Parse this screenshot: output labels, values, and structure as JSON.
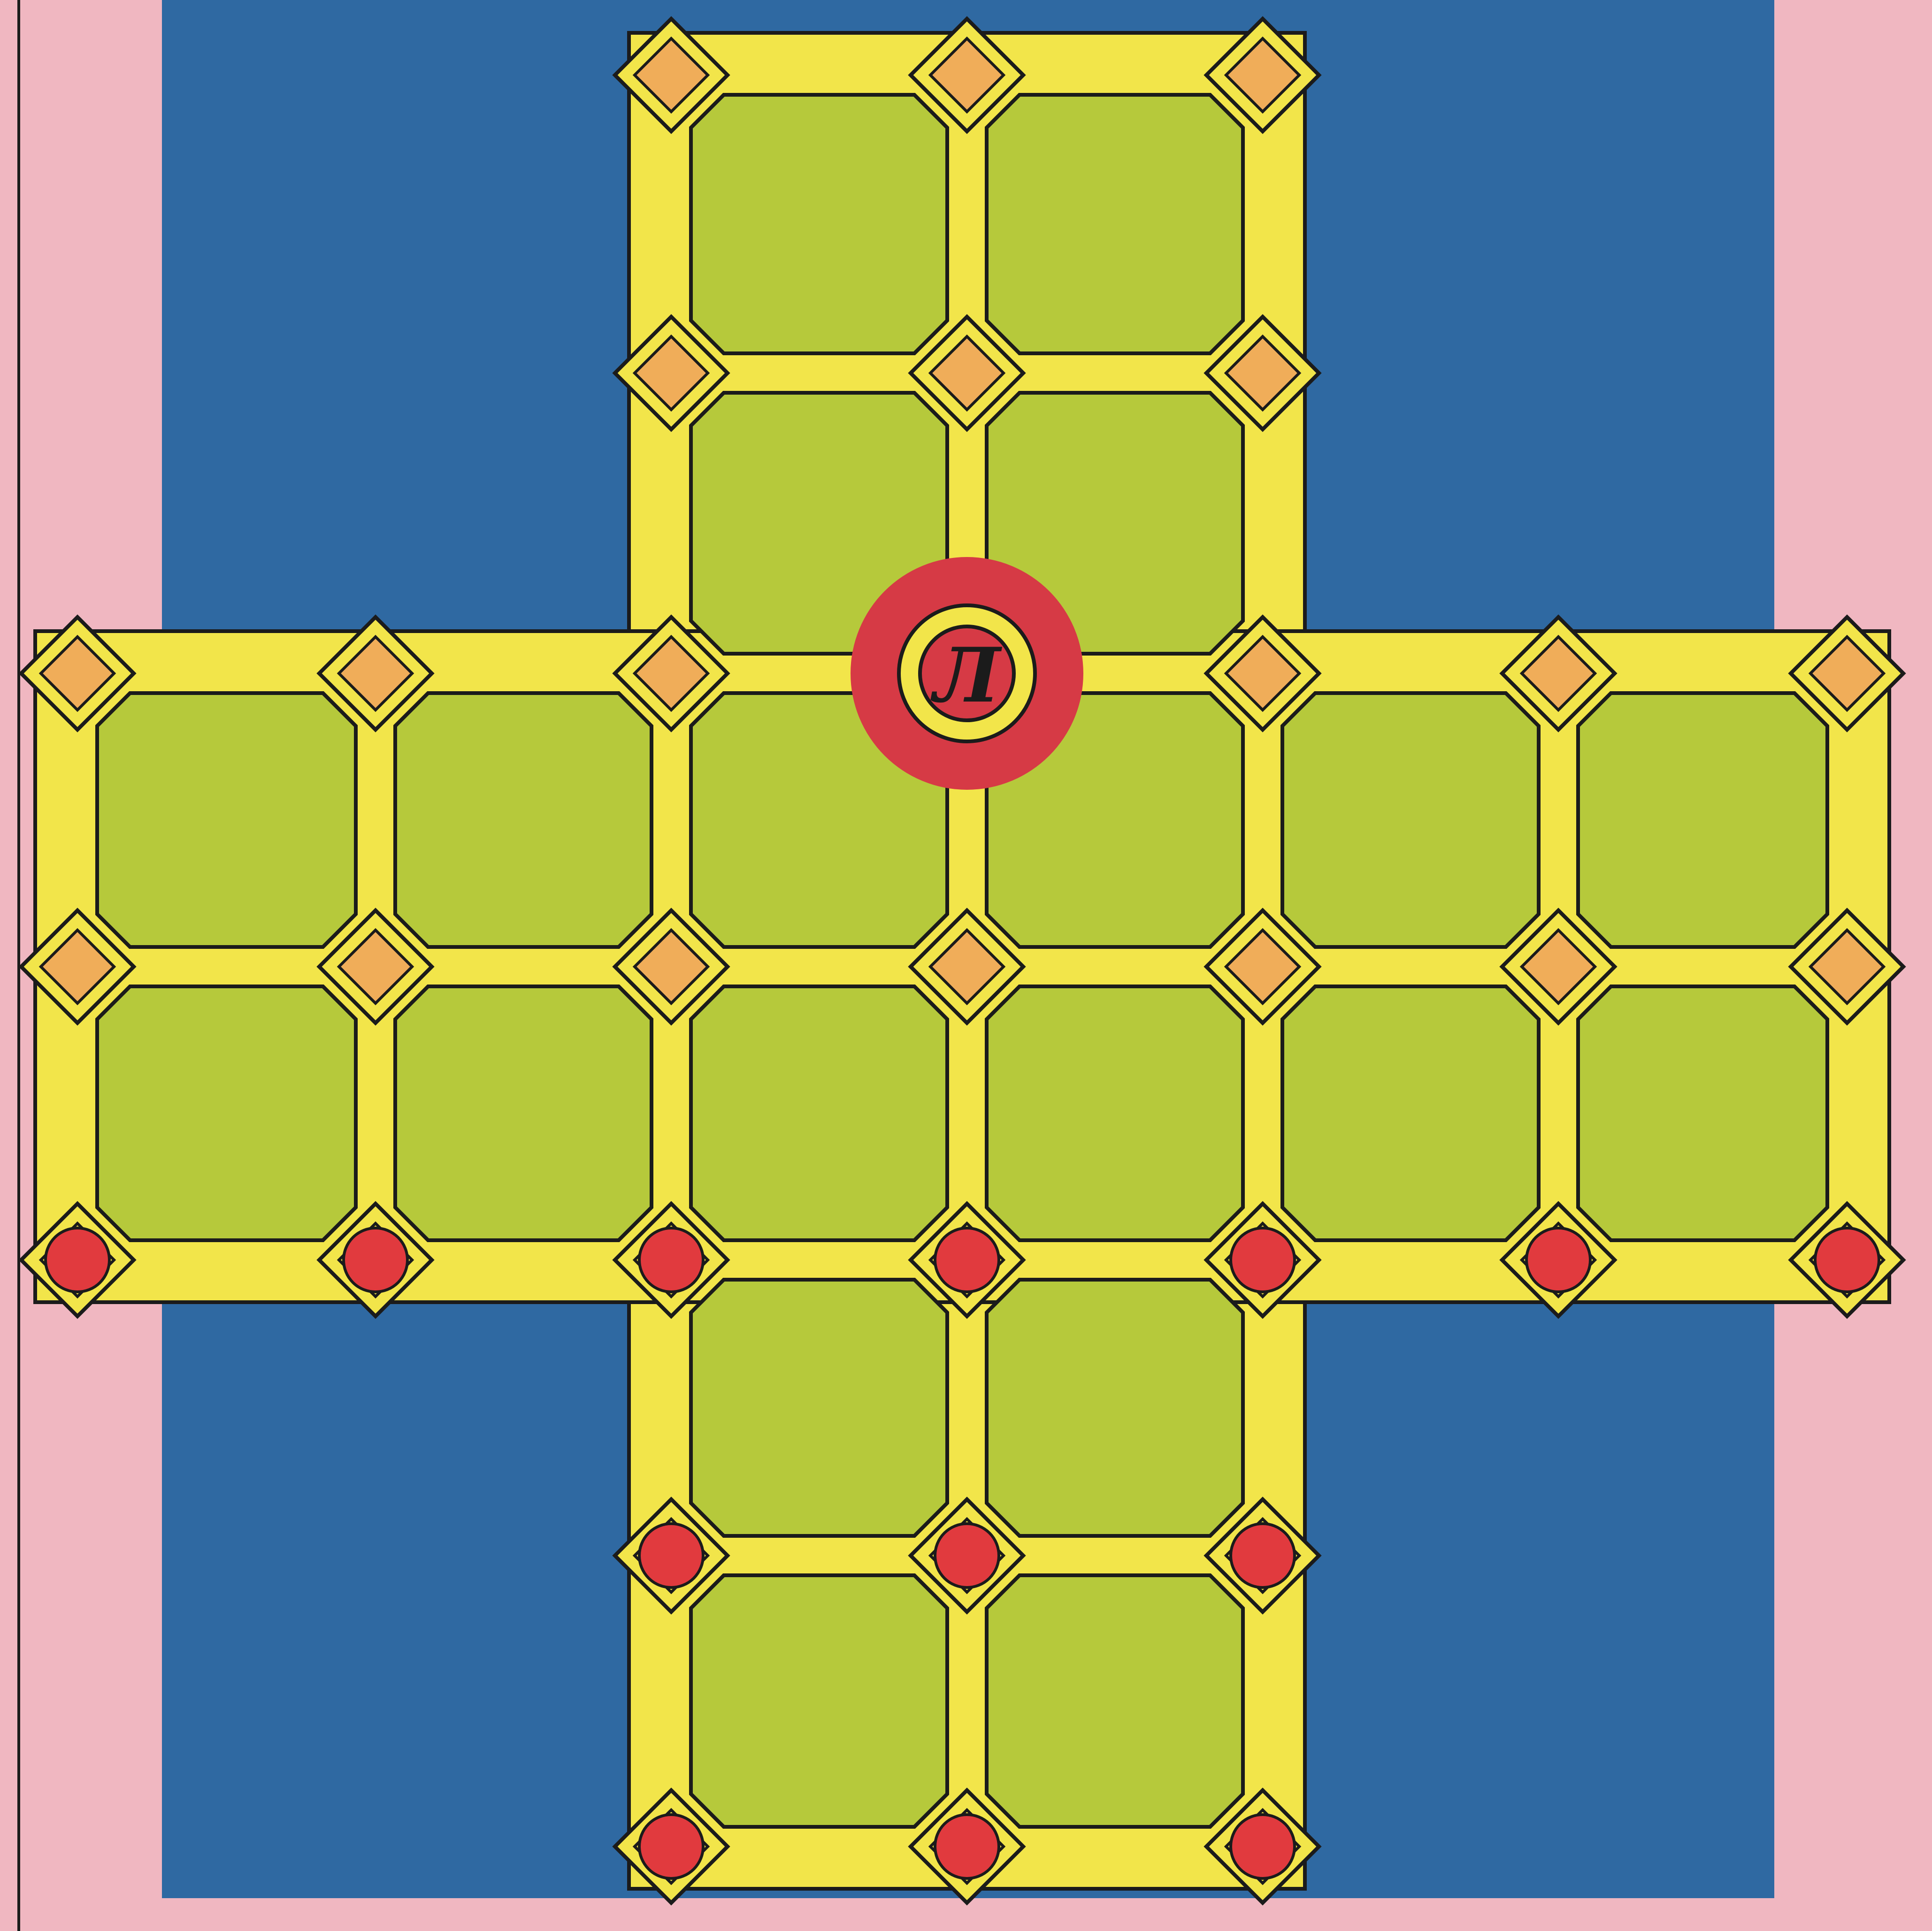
{
  "game": {
    "type": "cross-shaped board game",
    "center_marker_label": "Л",
    "colors": {
      "outer_background": "#f0b7c1",
      "blue_panel": "#2f69a2",
      "track_yellow": "#f2e54a",
      "outline": "#1b1b1b",
      "cell_green": "#b6c93b",
      "empty_node": "#f0ad59",
      "piece_red": "#e13a3e",
      "center_ring": "#d63a45"
    },
    "board": {
      "rows": 7,
      "columns": 7,
      "cross_shape_cells": [
        [
          0,
          2
        ],
        [
          0,
          3
        ],
        [
          1,
          2
        ],
        [
          1,
          3
        ],
        [
          2,
          0
        ],
        [
          2,
          1
        ],
        [
          2,
          2
        ],
        [
          2,
          3
        ],
        [
          2,
          4
        ],
        [
          2,
          5
        ],
        [
          3,
          0
        ],
        [
          3,
          1
        ],
        [
          3,
          2
        ],
        [
          3,
          3
        ],
        [
          3,
          4
        ],
        [
          3,
          5
        ],
        [
          4,
          2
        ],
        [
          4,
          3
        ],
        [
          5,
          2
        ],
        [
          5,
          3
        ]
      ],
      "nodes": [
        {
          "r": 0,
          "c": 2,
          "state": "empty"
        },
        {
          "r": 0,
          "c": 3,
          "state": "empty"
        },
        {
          "r": 0,
          "c": 4,
          "state": "empty"
        },
        {
          "r": 1,
          "c": 2,
          "state": "empty"
        },
        {
          "r": 1,
          "c": 3,
          "state": "empty"
        },
        {
          "r": 1,
          "c": 4,
          "state": "empty"
        },
        {
          "r": 2,
          "c": 0,
          "state": "empty"
        },
        {
          "r": 2,
          "c": 1,
          "state": "empty"
        },
        {
          "r": 2,
          "c": 2,
          "state": "empty"
        },
        {
          "r": 2,
          "c": 3,
          "state": "center"
        },
        {
          "r": 2,
          "c": 4,
          "state": "empty"
        },
        {
          "r": 2,
          "c": 5,
          "state": "empty"
        },
        {
          "r": 2,
          "c": 6,
          "state": "empty"
        },
        {
          "r": 3,
          "c": 0,
          "state": "empty"
        },
        {
          "r": 3,
          "c": 1,
          "state": "empty"
        },
        {
          "r": 3,
          "c": 2,
          "state": "empty"
        },
        {
          "r": 3,
          "c": 3,
          "state": "empty"
        },
        {
          "r": 3,
          "c": 4,
          "state": "empty"
        },
        {
          "r": 3,
          "c": 5,
          "state": "empty"
        },
        {
          "r": 3,
          "c": 6,
          "state": "empty"
        },
        {
          "r": 4,
          "c": 0,
          "state": "piece"
        },
        {
          "r": 4,
          "c": 1,
          "state": "piece"
        },
        {
          "r": 4,
          "c": 2,
          "state": "piece"
        },
        {
          "r": 4,
          "c": 3,
          "state": "piece"
        },
        {
          "r": 4,
          "c": 4,
          "state": "piece"
        },
        {
          "r": 4,
          "c": 5,
          "state": "piece"
        },
        {
          "r": 4,
          "c": 6,
          "state": "piece"
        },
        {
          "r": 5,
          "c": 2,
          "state": "piece"
        },
        {
          "r": 5,
          "c": 3,
          "state": "piece"
        },
        {
          "r": 5,
          "c": 4,
          "state": "piece"
        },
        {
          "r": 6,
          "c": 2,
          "state": "piece"
        },
        {
          "r": 6,
          "c": 3,
          "state": "piece"
        },
        {
          "r": 6,
          "c": 4,
          "state": "piece"
        }
      ]
    }
  }
}
